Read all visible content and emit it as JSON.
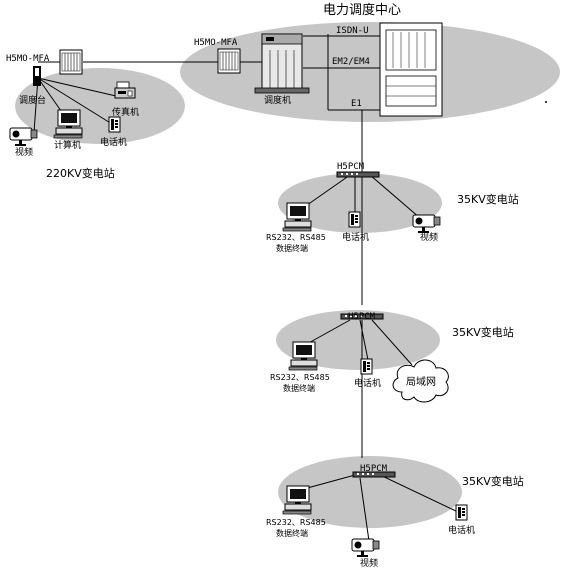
{
  "title": "电力调度中心",
  "center": {
    "mux_label": "H5MO-MFA",
    "dispatcher_label": "调度机",
    "links": [
      "ISDN-U",
      "EM2/EM4",
      "E1"
    ]
  },
  "station_220": {
    "name": "220KV变电站",
    "mux_label": "H5MO-MFA",
    "console_label": "调度台",
    "fax_label": "传真机",
    "computer_label": "计算机",
    "phone_label": "电话机",
    "video_label": "视频"
  },
  "stations_35": [
    {
      "name": "35KV变电站",
      "pcm_label": "H5PCM",
      "terminal_label_1": "RS232、RS485",
      "terminal_label_2": "数据终端",
      "phone_label": "电话机",
      "extra_label": "视频"
    },
    {
      "name": "35KV变电站",
      "pcm_label": "H5PCM",
      "terminal_label_1": "RS232、RS485",
      "terminal_label_2": "数据终端",
      "phone_label": "电话机",
      "extra_label": "局域网"
    },
    {
      "name": "35KV变电站",
      "pcm_label": "H5PCM",
      "terminal_label_1": "RS232、RS485",
      "terminal_label_2": "数据终端",
      "phone_label": "电话机",
      "extra_label": "视频"
    }
  ]
}
